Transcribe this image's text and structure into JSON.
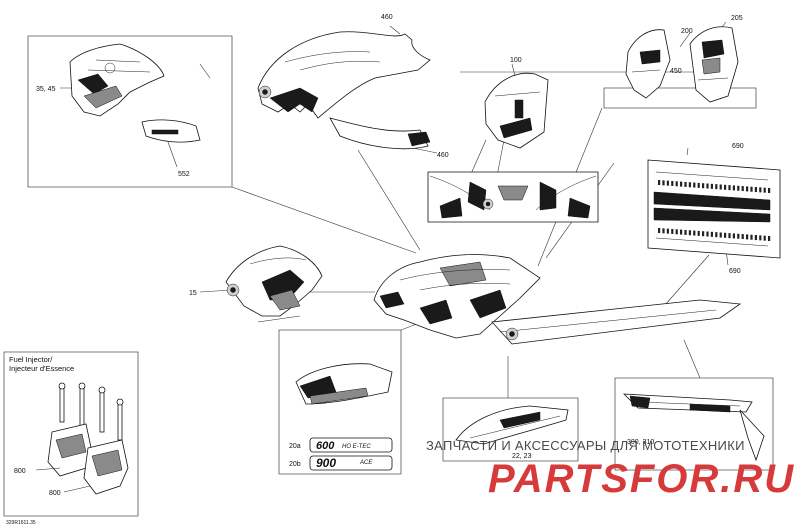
{
  "callouts": {
    "c460a": "460",
    "c460b": "460",
    "c35_45": "35, 45",
    "c552": "552",
    "c100": "100",
    "c200": "200",
    "c205": "205",
    "c450": "450",
    "c690a": "690",
    "c690b": "690",
    "c15": "15",
    "c20a": "20a",
    "c20b": "20b",
    "c22_23": "22, 23",
    "c300_310": "300, 310",
    "c800a": "800",
    "c800b": "800"
  },
  "fuel_injector": {
    "line1": "Fuel Injector/",
    "line2": "Injecteur d'Essence"
  },
  "decals": {
    "d600": "600",
    "d600_suffix": "HO E-TEC",
    "d900": "900",
    "d900_suffix": "ACE"
  },
  "drawing_code": "329R1611.35",
  "watermark": {
    "top": "ЗАПЧАСТИ И АКСЕССУАРЫ ДЛЯ МОТОТЕХНИКИ",
    "brand": "PARTSFOR.RU",
    "color": "#d63a3a"
  }
}
